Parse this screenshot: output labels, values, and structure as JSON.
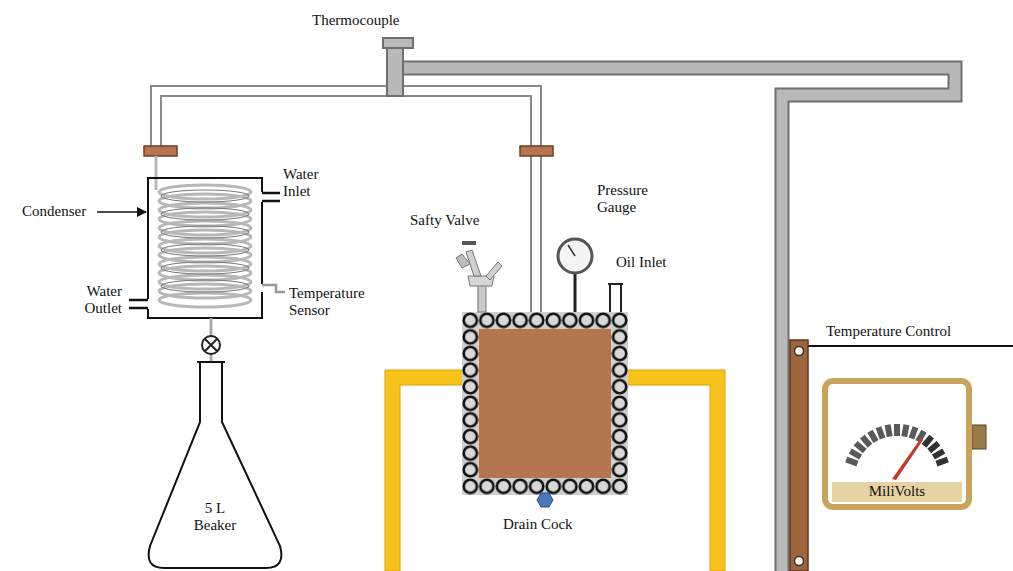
{
  "diagram": {
    "nodes": [
      {
        "text": [
          "5 L Beaker"
        ]
      },
      {
        "text": [
          "MiliVolts"
        ]
      }
    ],
    "labels": [
      "Thermocouple",
      "Condenser",
      "Water Inlet",
      "Water Outlet",
      "Temperature Sensor",
      "Safty Valve",
      "Pressure Gauge",
      "Oil Inlet",
      "Temperature Control",
      "Drain Cock"
    ]
  }
}
